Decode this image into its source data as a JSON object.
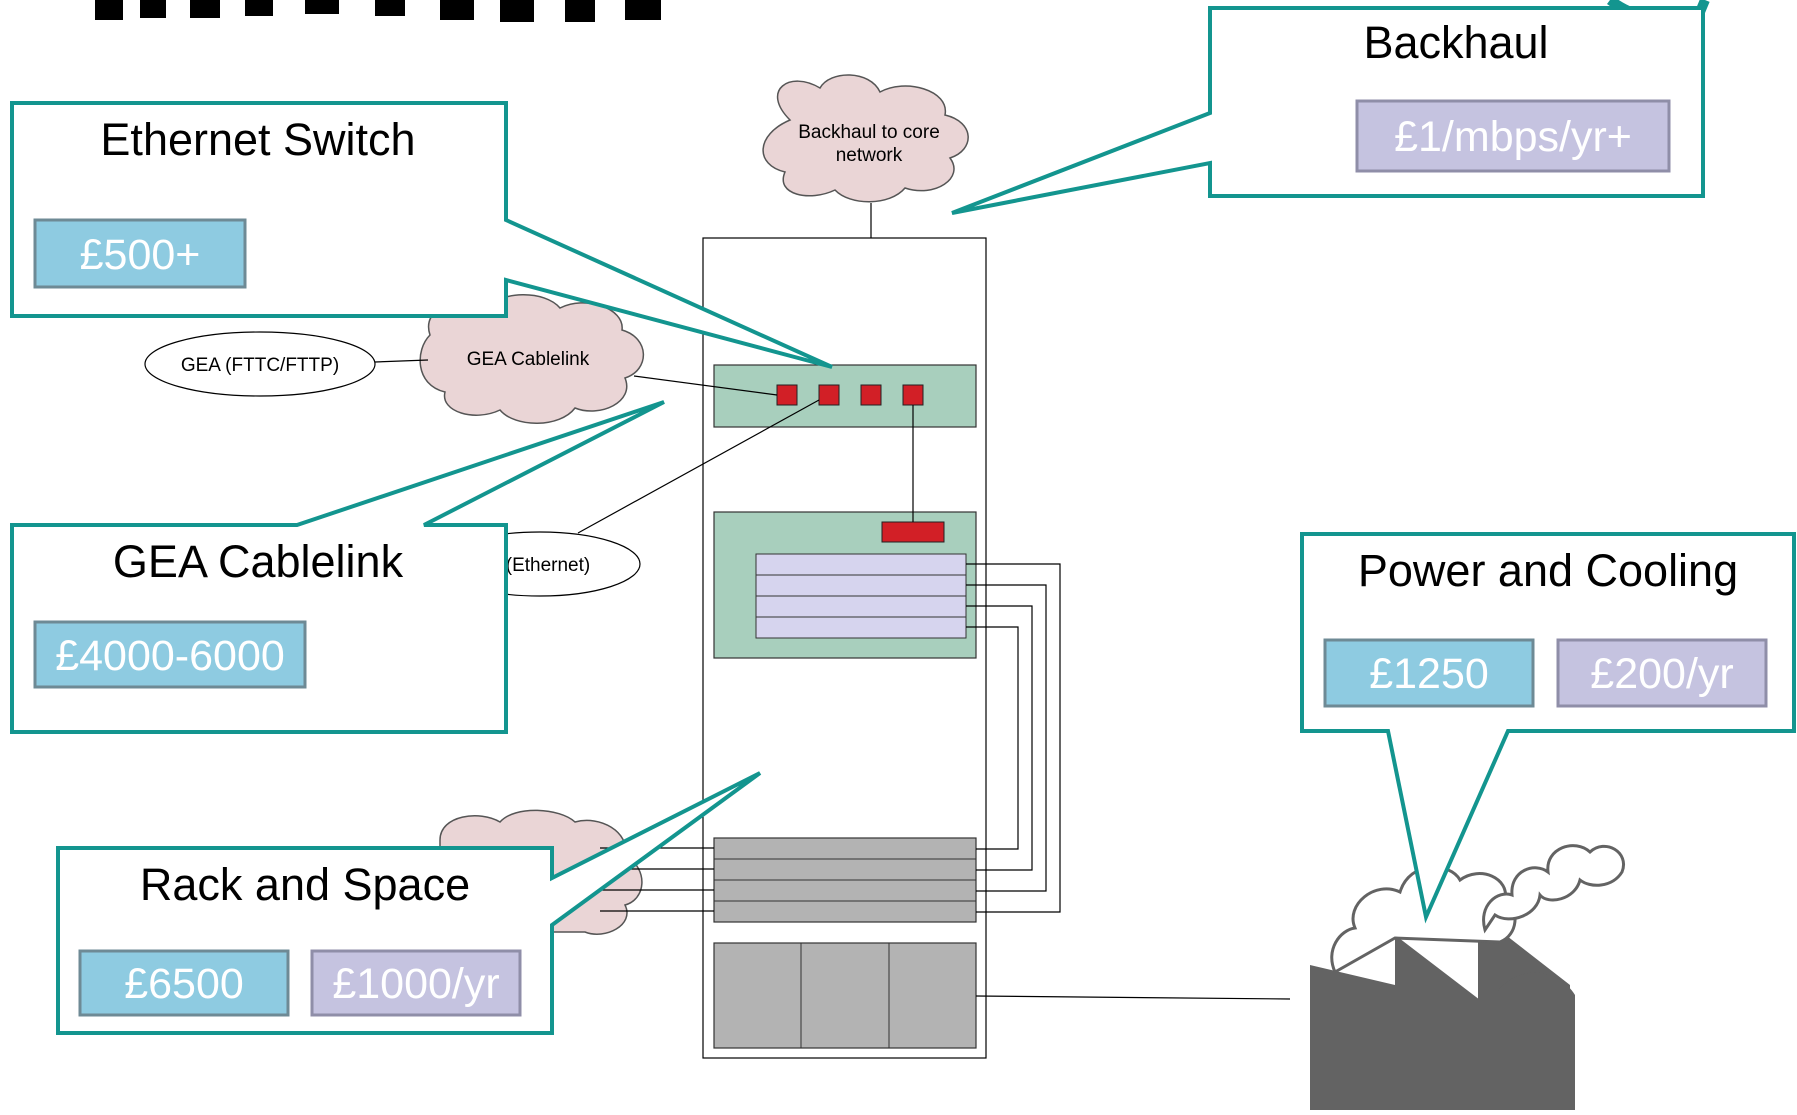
{
  "colors": {
    "teal": "#13958f",
    "price_blue": "#8ecbe1",
    "price_purple": "#c5c3e0",
    "cloud": "#ead5d6",
    "green_unit": "#a8cfbd",
    "port_red": "#d21f26",
    "gray_unit": "#b3b3b3",
    "factory": "#636363"
  },
  "callouts": {
    "ethernet_switch": {
      "title": "Ethernet Switch",
      "prices": [
        "£500+"
      ]
    },
    "gea_cablelink": {
      "title": "GEA Cablelink",
      "prices": [
        "£4000-6000"
      ]
    },
    "rack_space": {
      "title": "Rack and Space",
      "prices": [
        "£6500",
        "£1000/yr"
      ]
    },
    "backhaul": {
      "title": "Backhaul",
      "prices": [
        "£1/mbps/yr+"
      ]
    },
    "power_cooling": {
      "title": "Power and Cooling",
      "prices": [
        "£1250",
        "£200/yr"
      ]
    }
  },
  "clouds": {
    "backhaul_core": [
      "Backhaul to core",
      "network"
    ],
    "gea_cablelink": "GEA Cablelink"
  },
  "ellipses": {
    "gea_fttc": "GEA (FTTC/FTTP)",
    "ethernet": "(Ethernet)"
  },
  "icons": {
    "factory": "factory-icon"
  }
}
